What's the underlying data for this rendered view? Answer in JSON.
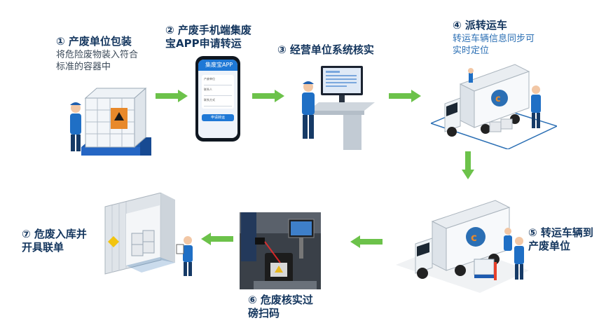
{
  "steps": [
    {
      "num": "①",
      "title": "产废单位包装",
      "desc": "将危险废物装入符合标准的容器中"
    },
    {
      "num": "②",
      "title": "产废手机端集废宝APP申请转运",
      "desc": ""
    },
    {
      "num": "③",
      "title": "经营单位系统核实",
      "desc": ""
    },
    {
      "num": "④",
      "title": "派转运车",
      "desc": "转运车辆信息同步可实时定位"
    },
    {
      "num": "⑤",
      "title": "转运车辆到产废单位",
      "desc": ""
    },
    {
      "num": "⑥",
      "title": "危废核实过磅扫码",
      "desc": ""
    },
    {
      "num": "⑦",
      "title": "危废入库并开具联单",
      "desc": ""
    }
  ],
  "labels": {
    "s1_l1": "① 产废单位包装",
    "s1_d1": "将危险废物装入符合",
    "s1_d2": "标准的容器中",
    "s2_l1": "② 产废手机端集废",
    "s2_l2": "宝APP申请转运",
    "s3_l1": "③ 经营单位系统核实",
    "s4_l1": "④ 派转运车",
    "s4_d1": "转运车辆信息同步可",
    "s4_d2": "实时定位",
    "s5_l1": "⑤ 转运车辆到",
    "s5_l2": "产废单位",
    "s6_l1": "⑥ 危废核实过",
    "s6_l2": "磅扫码",
    "s7_l1": "⑦ 危废入库并",
    "s7_l2": "开具联单"
  },
  "phone_app": {
    "app_name": "集废宝APP",
    "field1": "产废单位",
    "field2": "联系人",
    "field3": "联系方式",
    "submit": "申请转运"
  },
  "colors": {
    "title": "#14365e",
    "arrow": "#6cc24a",
    "accent": "#2b6fb4"
  }
}
